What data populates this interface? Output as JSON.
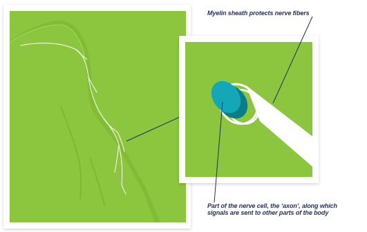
{
  "captions": {
    "myelin": "Myelin sheath protects nerve fibers",
    "axon_line1": "Part of the nerve cell, the ‘axon’, along which",
    "axon_line2": "signals are sent to other parts of the body"
  },
  "colors": {
    "background": "#ffffff",
    "panel_green": "#8cc63f",
    "panel_shadow": "#7ab331",
    "nerve_white": "#ffffff",
    "axon_teal": "#13a7b8",
    "axon_teal_dark": "#0b7d8a",
    "caption_navy": "#1f2d5c",
    "pointer_line": "#1f2d5c"
  },
  "icons": {
    "arm": "arm-silhouette-icon",
    "nerve": "nerve-fiber-icon",
    "axon": "axon-cross-section-icon"
  }
}
